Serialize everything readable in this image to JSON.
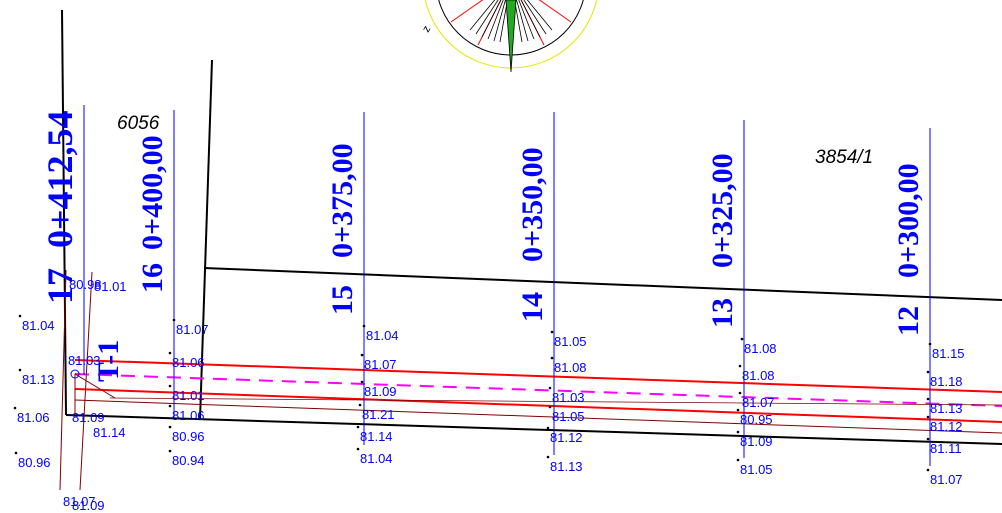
{
  "parcels": {
    "left": "6056",
    "right": "3854/1"
  },
  "compass": {
    "mark": "z"
  },
  "structure": {
    "label": "T-1"
  },
  "stations": [
    {
      "no": "17",
      "chainage": "0+412,54",
      "elevations": [
        "81.04",
        "81.13",
        "81.06",
        "80.96"
      ]
    },
    {
      "no": "16",
      "chainage": "0+400,00",
      "elevations": [
        "81.07",
        "81.06",
        "81.01",
        "81.06",
        "80.96",
        "80.94"
      ]
    },
    {
      "no": "15",
      "chainage": "0+375,00",
      "elevations": [
        "81.04",
        "81.07",
        "81.09",
        "81.21",
        "81.14",
        "81.04"
      ]
    },
    {
      "no": "14",
      "chainage": "0+350,00",
      "elevations": [
        "81.05",
        "81.08",
        "81.03",
        "81.05",
        "81.12",
        "81.13"
      ]
    },
    {
      "no": "13",
      "chainage": "0+325,00",
      "elevations": [
        "81.08",
        "81.08",
        "81.07",
        "80.95",
        "81.09",
        "81.05"
      ]
    },
    {
      "no": "12",
      "chainage": "0+300,00",
      "elevations": [
        "81.15",
        "81.18",
        "81.13",
        "81.12",
        "81.11",
        "81.07"
      ]
    }
  ],
  "near_points": [
    "80.98",
    "81.01",
    "81.03",
    "81.09",
    "81.14",
    "81.07",
    "81.09"
  ],
  "colors": {
    "text": "#0000ff",
    "road": "#ff0000",
    "axis": "#ff00ff",
    "boundary": "#000000",
    "profile": "#800000"
  }
}
